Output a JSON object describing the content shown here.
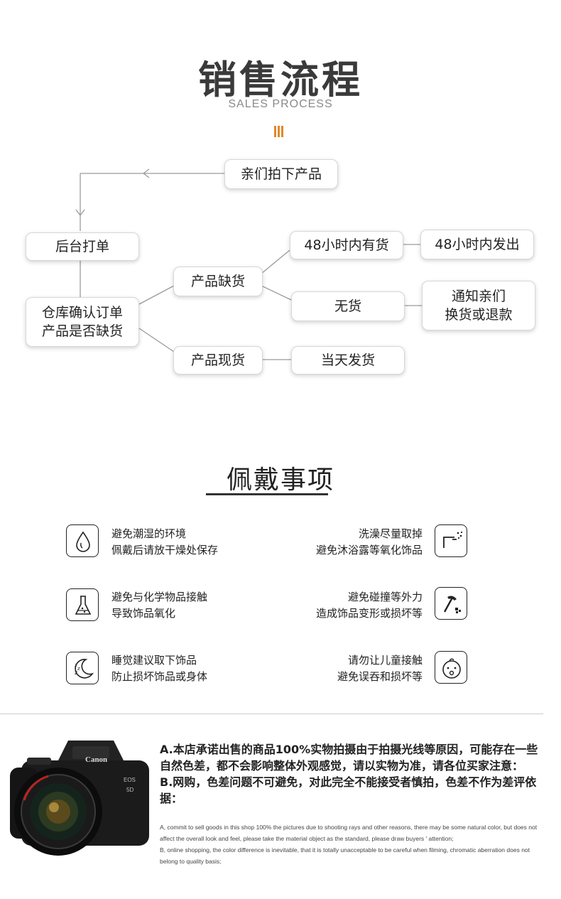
{
  "sales": {
    "title": "销售流程",
    "subtitle": "SALES PROCESS",
    "accent_color": "#e0892c",
    "nodes": {
      "order": "亲们拍下产品",
      "print": "后台打单",
      "confirm": "仓库确认订单\n产品是否缺货",
      "out_of_stock": "产品缺货",
      "in_stock": "产品现货",
      "restock_48h": "48小时内有货",
      "ship_48h": "48小时内发出",
      "no_stock": "无货",
      "notify": "通知亲们\n换货或退款",
      "ship_today": "当天发货"
    }
  },
  "care": {
    "title": "佩戴事项",
    "items": [
      {
        "icon": "water-drop-icon",
        "line1": "避免潮湿的环境",
        "line2": "佩戴后请放干燥处保存"
      },
      {
        "icon": "shower-icon",
        "line1": "洗澡尽量取掉",
        "line2": "避免沐浴露等氧化饰品"
      },
      {
        "icon": "chemical-flask-icon",
        "line1": "避免与化学物品接触",
        "line2": "导致饰品氧化"
      },
      {
        "icon": "hammer-icon",
        "line1": "避免碰撞等外力",
        "line2": "造成饰品变形或损坏等"
      },
      {
        "icon": "sleep-moon-icon",
        "line1": "睡觉建议取下饰品",
        "line2": "防止损坏饰品或身体"
      },
      {
        "icon": "baby-face-icon",
        "line1": "请勿让儿童接触",
        "line2": "避免误吞和损坏等"
      }
    ]
  },
  "notice": {
    "camera_brand": "Canon",
    "camera_model": "EOS",
    "camera_model_num": "5D",
    "cn_a": "A.本店承诺出售的商品100%实物拍摄由于拍摄光线等原因，可能存在一些自然色差，都不会影响整体外观感觉，请以实物为准，请各位买家注意：",
    "cn_b": "B.网购，色差问题不可避免，对此完全不能接受者慎拍，色差不作为差评依据：",
    "en_a": "A, commit to sell goods in this shop 100% the pictures due to shooting rays and other reasons, there may be some natural color, but does not affect the overall look and feel, please take the material object as the standard, please draw buyers ' attention;",
    "en_b": "B, online shopping, the color difference is inevitable, that it is totally unacceptable to be careful when filming, chromatic aberration does not belong to quality basis;"
  }
}
